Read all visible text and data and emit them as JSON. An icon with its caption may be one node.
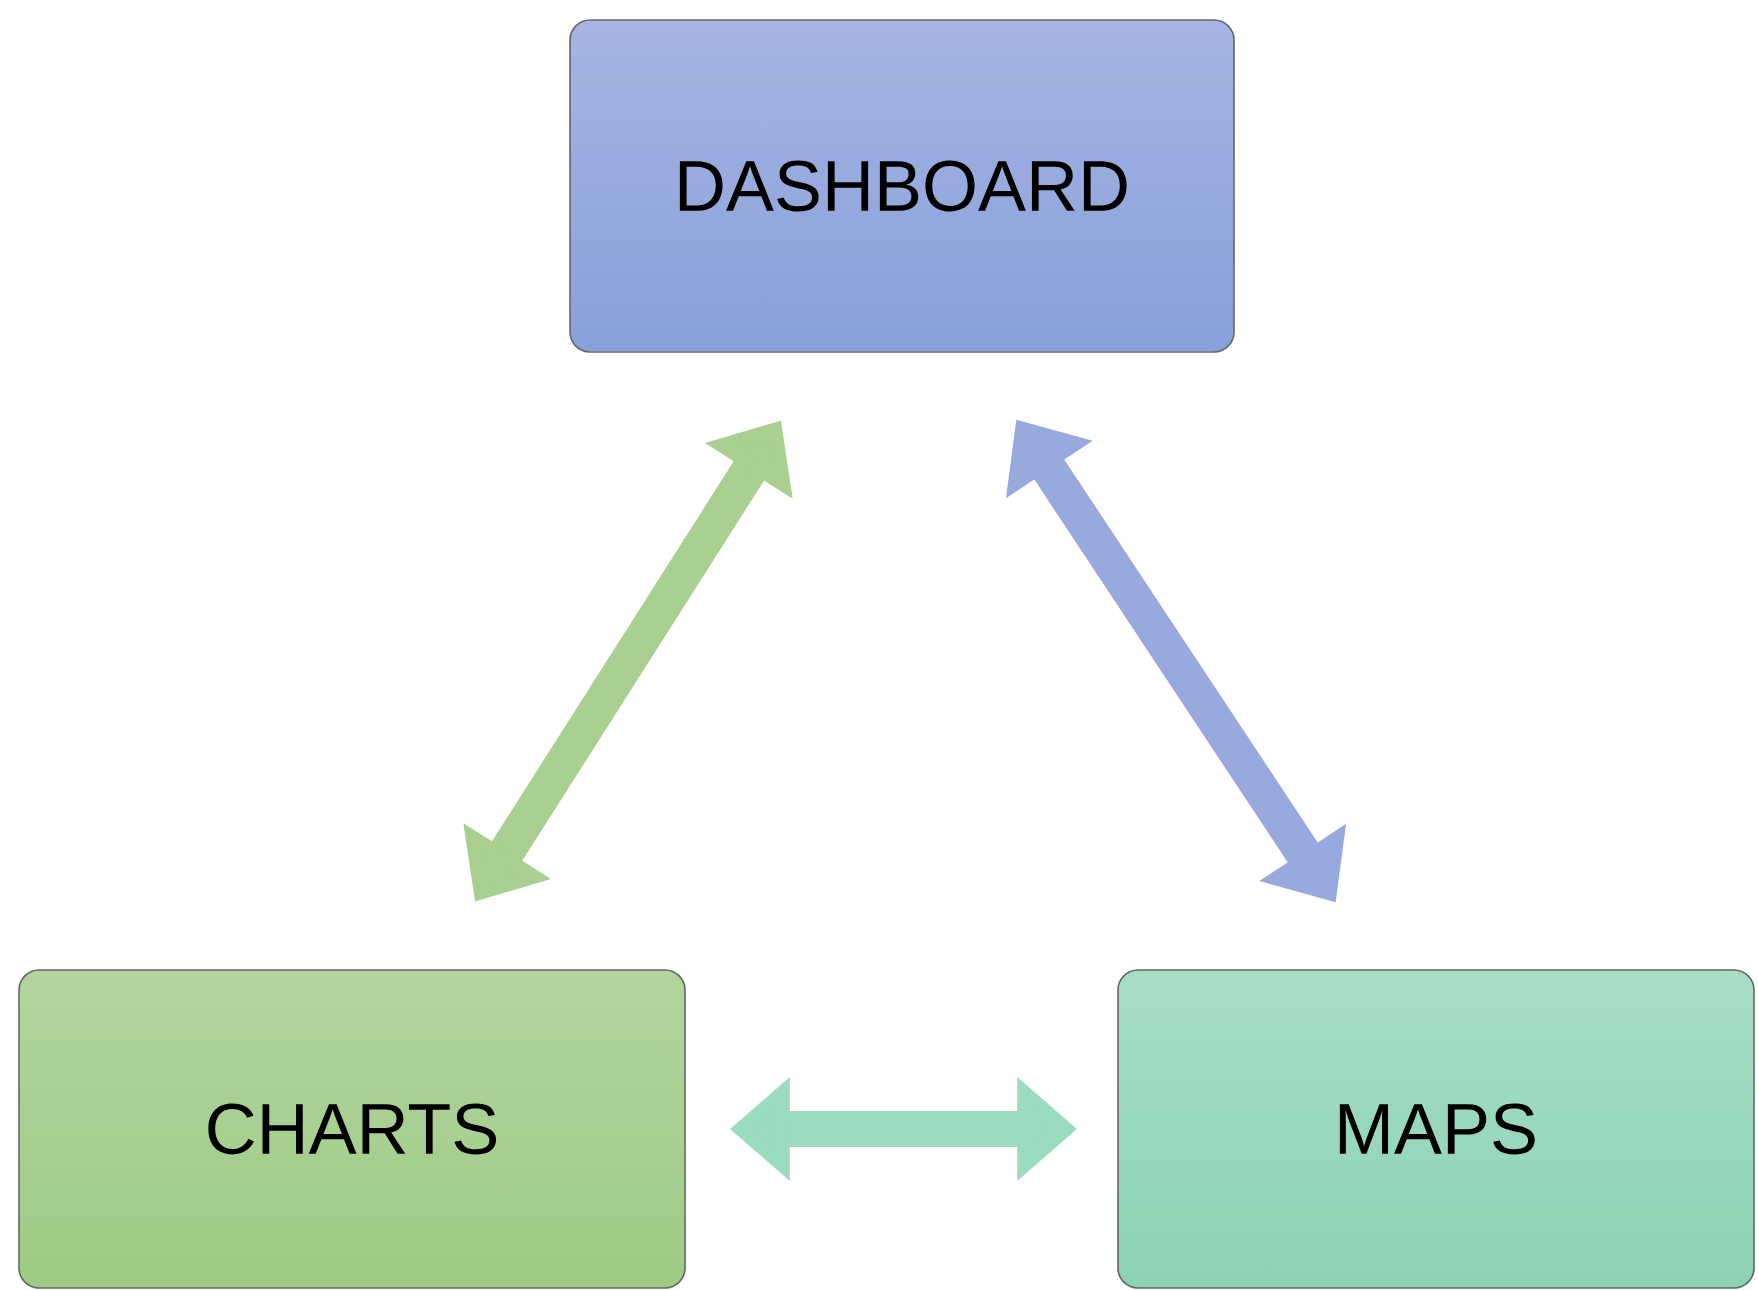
{
  "diagram": {
    "nodes": [
      {
        "text": [
          "DASHBOARD"
        ]
      },
      {
        "text": [
          "CHARTS"
        ]
      },
      {
        "text": [
          "MAPS"
        ]
      }
    ],
    "edges": [
      {
        "from": 1,
        "to": 0,
        "arrow": "both",
        "color": "#a9d090"
      },
      {
        "from": 0,
        "to": 2,
        "arrow": "both",
        "color": "#98a9de"
      },
      {
        "from": 1,
        "to": 2,
        "arrow": "both",
        "color": "#9bdbbf"
      }
    ]
  }
}
